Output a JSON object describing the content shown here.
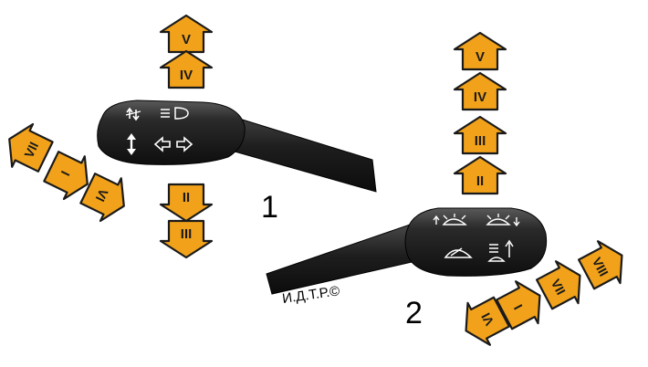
{
  "colors": {
    "arrow_fill": "#F2A21A",
    "arrow_stroke": "#1a1a1a",
    "lever_dark": "#1c1c1c",
    "lever_mid": "#3a3a3a",
    "symbol_white": "#ffffff"
  },
  "lever1": {
    "number": "1",
    "up_arrows": [
      "V",
      "IV"
    ],
    "down_arrows": [
      "II",
      "III"
    ],
    "left_arrows": [
      "VII",
      "I",
      "VI"
    ],
    "icons": [
      "high-low-beam-switch-icon",
      "headlight-icon",
      "up-down-arrow-icon",
      "turn-signal-arrows-icon"
    ]
  },
  "lever2": {
    "number": "2",
    "up_arrows": [
      "V",
      "IV",
      "III",
      "II"
    ],
    "right_arrows": [
      "VI",
      "I",
      "VII",
      "VIII"
    ],
    "icons": [
      "front-washer-up-icon",
      "rear-wiper-down-icon",
      "wiper-icon",
      "washer-up-icon"
    ]
  },
  "watermark": "И.Д.Т.Р.©"
}
